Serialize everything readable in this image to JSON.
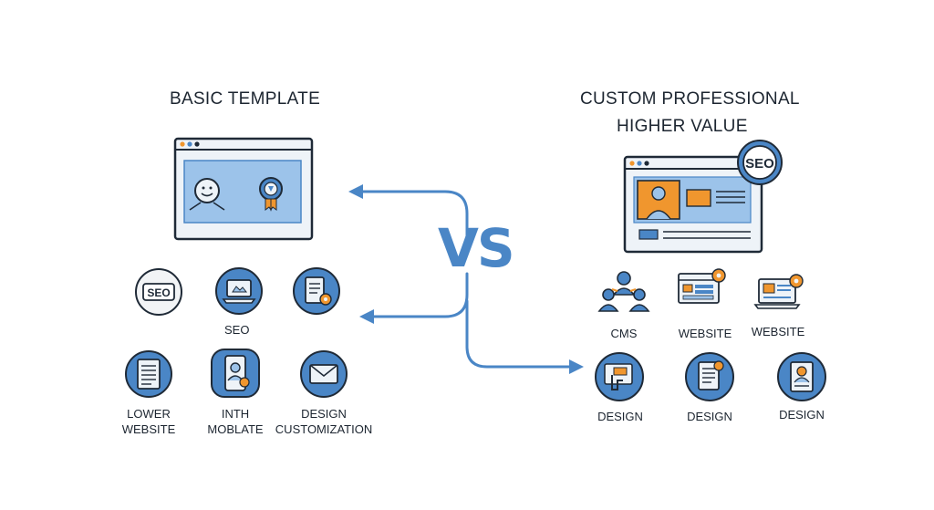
{
  "left": {
    "title": "BASIC TEMPLATE",
    "icons_row1": [
      {
        "icon": "seo-badge-icon",
        "text": "SEO"
      },
      {
        "icon": "laptop-icon"
      },
      {
        "icon": "document-gear-icon"
      }
    ],
    "row1_label": "SEO",
    "icons_row2": [
      {
        "icon": "document-icon",
        "label_line1": "LOWER",
        "label_line2": "WEBSITE"
      },
      {
        "icon": "mobile-user-icon",
        "label_line1": "INTH",
        "label_line2": "MOBLATE"
      },
      {
        "icon": "mail-icon",
        "label_line1": "DESIGN",
        "label_line2": "CUSTOMIZATION"
      }
    ]
  },
  "center": {
    "vs": "VS"
  },
  "right": {
    "title_line1": "CUSTOM PROFESSIONAL",
    "title_line2": "HIGHER VALUE",
    "seo_badge": "SEO",
    "icons_row1": [
      {
        "icon": "users-network-icon",
        "label": "CMS"
      },
      {
        "icon": "website-gear-icon",
        "label": "WEBSITE"
      },
      {
        "icon": "laptop-gear-icon",
        "label": "WEBSITE"
      }
    ],
    "icons_row2": [
      {
        "icon": "design-tools-icon",
        "label": "DESIGN"
      },
      {
        "icon": "document-gear-icon",
        "label": "DESIGN"
      },
      {
        "icon": "id-card-icon",
        "label": "DESIGN"
      }
    ]
  },
  "colors": {
    "accent_blue": "#4a86c6",
    "light_blue": "#9cc3ea",
    "orange": "#f0962e",
    "outline": "#1f2a37"
  }
}
